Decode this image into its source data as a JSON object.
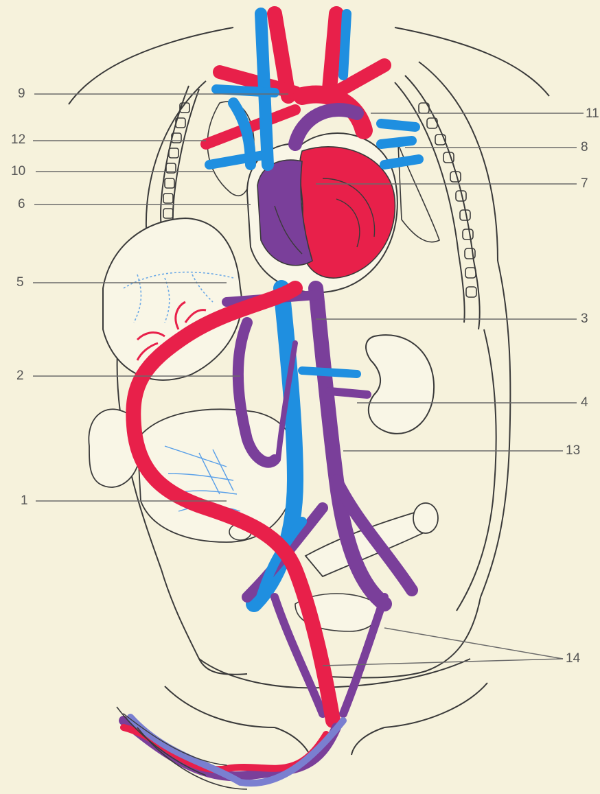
{
  "colors": {
    "background": "#f6f2dc",
    "outline": "#3a3a3a",
    "artery": "#e8204a",
    "vein": "#1f8fe0",
    "mixed": "#7a3f9a",
    "label_text": "#555555"
  },
  "labels": {
    "l1": "1",
    "l2": "2",
    "l3": "3",
    "l4": "4",
    "l5": "5",
    "l6": "6",
    "l7": "7",
    "l8": "8",
    "l9": "9",
    "l10": "10",
    "l11": "11",
    "l12": "12",
    "l13": "13",
    "l14": "14"
  }
}
